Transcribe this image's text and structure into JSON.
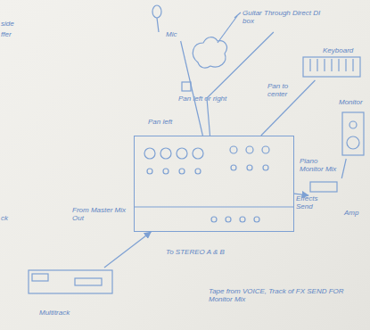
{
  "diagram": {
    "nodes": [
      {
        "text": [
          "Mic"
        ]
      },
      {
        "text": [
          "Guitar Through Direct DI box"
        ]
      },
      {
        "text": [
          "Keyboard"
        ]
      },
      {
        "text": [
          "From Master Mix Out"
        ]
      },
      {
        "text": [
          "Monitor"
        ]
      },
      {
        "text": [
          "Amp"
        ]
      },
      {
        "text": [
          "Multitrack"
        ]
      }
    ],
    "edges": [
      {
        "from": 0,
        "to": 3,
        "arrow": "none"
      },
      {
        "from": 1,
        "to": 3,
        "arrow": "none"
      },
      {
        "from": 2,
        "to": 3,
        "arrow": "none"
      },
      {
        "from": 3,
        "to": 5,
        "arrow": "to"
      },
      {
        "from": 5,
        "to": 4,
        "arrow": "none"
      },
      {
        "from": 6,
        "to": 3,
        "arrow": "to"
      }
    ],
    "labels": [
      "Pan left",
      "Pan left or right",
      "Pan to center",
      "Piano Monitor Mix",
      "Effects Send",
      "To STEREO A & B",
      "Tape from VOICE, Track of FX SEND FOR Monitor Mix",
      "side",
      "ffer",
      "ck"
    ]
  }
}
